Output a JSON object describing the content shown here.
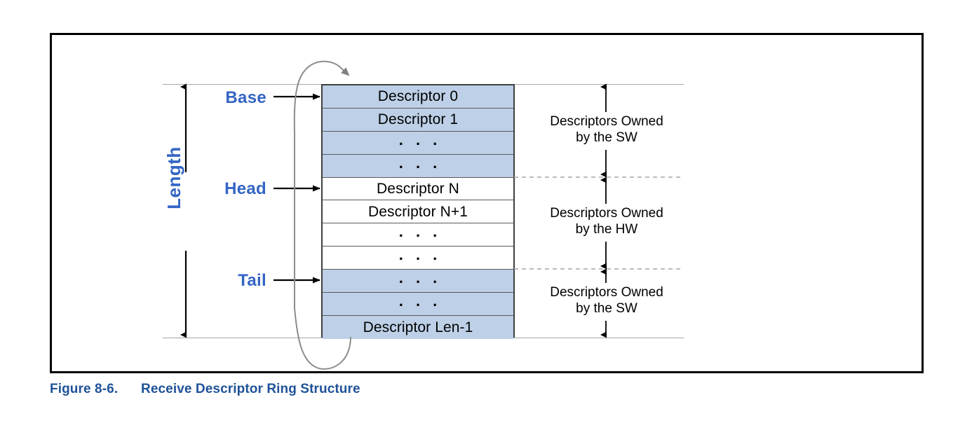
{
  "figure": {
    "caption_number": "Figure 8-6.",
    "caption_title": "Receive Descriptor Ring Structure"
  },
  "colors": {
    "pointer_blue": "#3465c4",
    "caption_blue": "#1f5298",
    "sw_row_fill": "#bdd0e7",
    "hw_row_fill": "#ffffff",
    "row_border": "#595959",
    "table_border": "#3f3f3f",
    "reference_rule": "#a6a6a6",
    "ring_arrow": "#808080",
    "dashed_divider": "#a6a6a6"
  },
  "measure": {
    "length_label": "Length"
  },
  "pointers": [
    {
      "name": "base",
      "label": "Base",
      "target_row": 0
    },
    {
      "name": "head",
      "label": "Head",
      "target_row": 4
    },
    {
      "name": "tail",
      "label": "Tail",
      "target_row": 8
    }
  ],
  "descriptor_table": {
    "rows": [
      {
        "label": "Descriptor 0",
        "owner": "SW",
        "is_ellipsis": false
      },
      {
        "label": "Descriptor 1",
        "owner": "SW",
        "is_ellipsis": false
      },
      {
        "label": ". . .",
        "owner": "SW",
        "is_ellipsis": true
      },
      {
        "label": ". . .",
        "owner": "SW",
        "is_ellipsis": true
      },
      {
        "label": "Descriptor N",
        "owner": "HW",
        "is_ellipsis": false
      },
      {
        "label": "Descriptor N+1",
        "owner": "HW",
        "is_ellipsis": false
      },
      {
        "label": ". . .",
        "owner": "HW",
        "is_ellipsis": true
      },
      {
        "label": ". . .",
        "owner": "HW",
        "is_ellipsis": true
      },
      {
        "label": ". . .",
        "owner": "SW",
        "is_ellipsis": true
      },
      {
        "label": ". . .",
        "owner": "SW",
        "is_ellipsis": true
      },
      {
        "label": "Descriptor Len-1",
        "owner": "SW",
        "is_ellipsis": false
      }
    ]
  },
  "ownership_groups": [
    {
      "name": "sw-top",
      "line1": "Descriptors Owned",
      "line2": "by the SW",
      "rows": [
        0,
        3
      ]
    },
    {
      "name": "hw",
      "line1": "Descriptors Owned",
      "line2": "by the HW",
      "rows": [
        4,
        7
      ]
    },
    {
      "name": "sw-bot",
      "line1": "Descriptors Owned",
      "line2": "by the SW",
      "rows": [
        8,
        10
      ]
    }
  ],
  "annotations": {
    "ring_wrap_description": "Curved arrow from last descriptor back to Descriptor 0"
  }
}
